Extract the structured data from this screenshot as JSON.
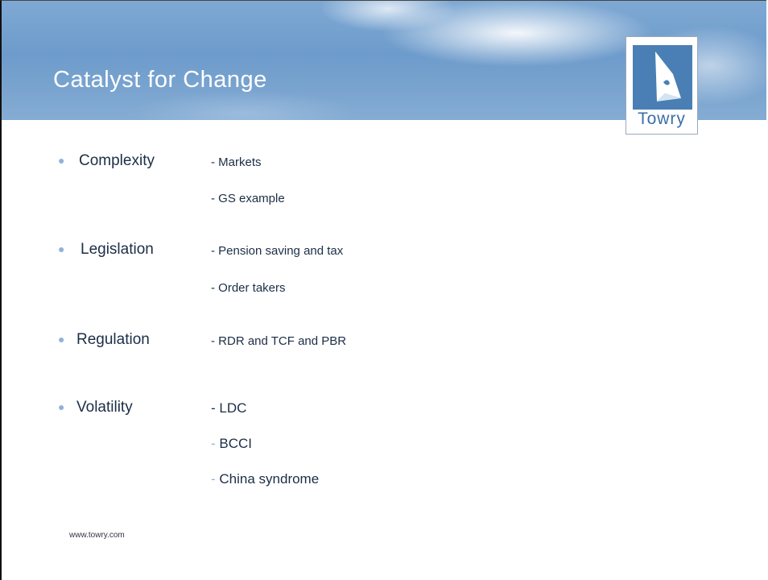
{
  "slide": {
    "title": "Catalyst for Change",
    "logo_text": "Towry",
    "footer": "www.towry.com"
  },
  "bullets": [
    {
      "label": "Complexity",
      "items": [
        "- Markets",
        "- GS example"
      ]
    },
    {
      "label": "Legislation",
      "items": [
        "- Pension saving and tax",
        "- Order takers"
      ]
    },
    {
      "label": "Regulation",
      "items": [
        "- RDR and TCF and PBR"
      ]
    },
    {
      "label": "Volatility",
      "items": [
        "- LDC",
        "BCCI",
        "China syndrome"
      ]
    }
  ],
  "colors": {
    "header_sky": "#7fa9d4",
    "bullet": "#8fb3d8",
    "text": "#1c2e46",
    "logo_blue": "#3b6fa5"
  },
  "icons": {
    "logo": "towry-kite-logo"
  }
}
